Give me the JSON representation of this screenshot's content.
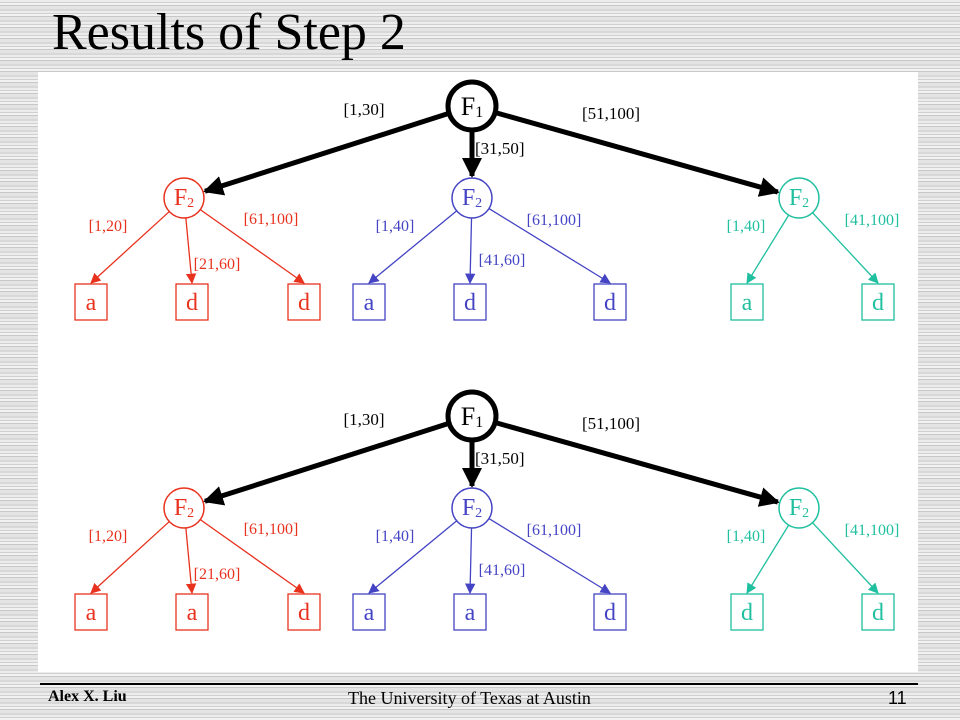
{
  "title": "Results of Step 2",
  "footer": {
    "author": "Alex X. Liu",
    "institution": "The University of Texas at Austin",
    "page": "11"
  },
  "colors": {
    "root": "#000000",
    "left": "#e8321e",
    "middle": "#4444c4",
    "right": "#1fbf9f"
  },
  "trees": [
    {
      "root": {
        "label": "F",
        "sub": "1"
      },
      "edges": [
        "[1,30]",
        "[31,50]",
        "[51,100]"
      ],
      "subtrees": [
        {
          "label": "F",
          "sub": "2",
          "edges": [
            "[1,20]",
            "[21,60]",
            "[61,100]"
          ],
          "leaves": [
            "a",
            "d",
            "d"
          ]
        },
        {
          "label": "F",
          "sub": "2",
          "edges": [
            "[1,40]",
            "[41,60]",
            "[61,100]"
          ],
          "leaves": [
            "a",
            "d",
            "d"
          ]
        },
        {
          "label": "F",
          "sub": "2",
          "edges": [
            "[1,40]",
            "[41,100]"
          ],
          "leaves": [
            "a",
            "d"
          ]
        }
      ]
    },
    {
      "root": {
        "label": "F",
        "sub": "1"
      },
      "edges": [
        "[1,30]",
        "[31,50]",
        "[51,100]"
      ],
      "subtrees": [
        {
          "label": "F",
          "sub": "2",
          "edges": [
            "[1,20]",
            "[21,60]",
            "[61,100]"
          ],
          "leaves": [
            "a",
            "a",
            "d"
          ]
        },
        {
          "label": "F",
          "sub": "2",
          "edges": [
            "[1,40]",
            "[41,60]",
            "[61,100]"
          ],
          "leaves": [
            "a",
            "a",
            "d"
          ]
        },
        {
          "label": "F",
          "sub": "2",
          "edges": [
            "[1,40]",
            "[41,100]"
          ],
          "leaves": [
            "d",
            "d"
          ]
        }
      ]
    }
  ]
}
